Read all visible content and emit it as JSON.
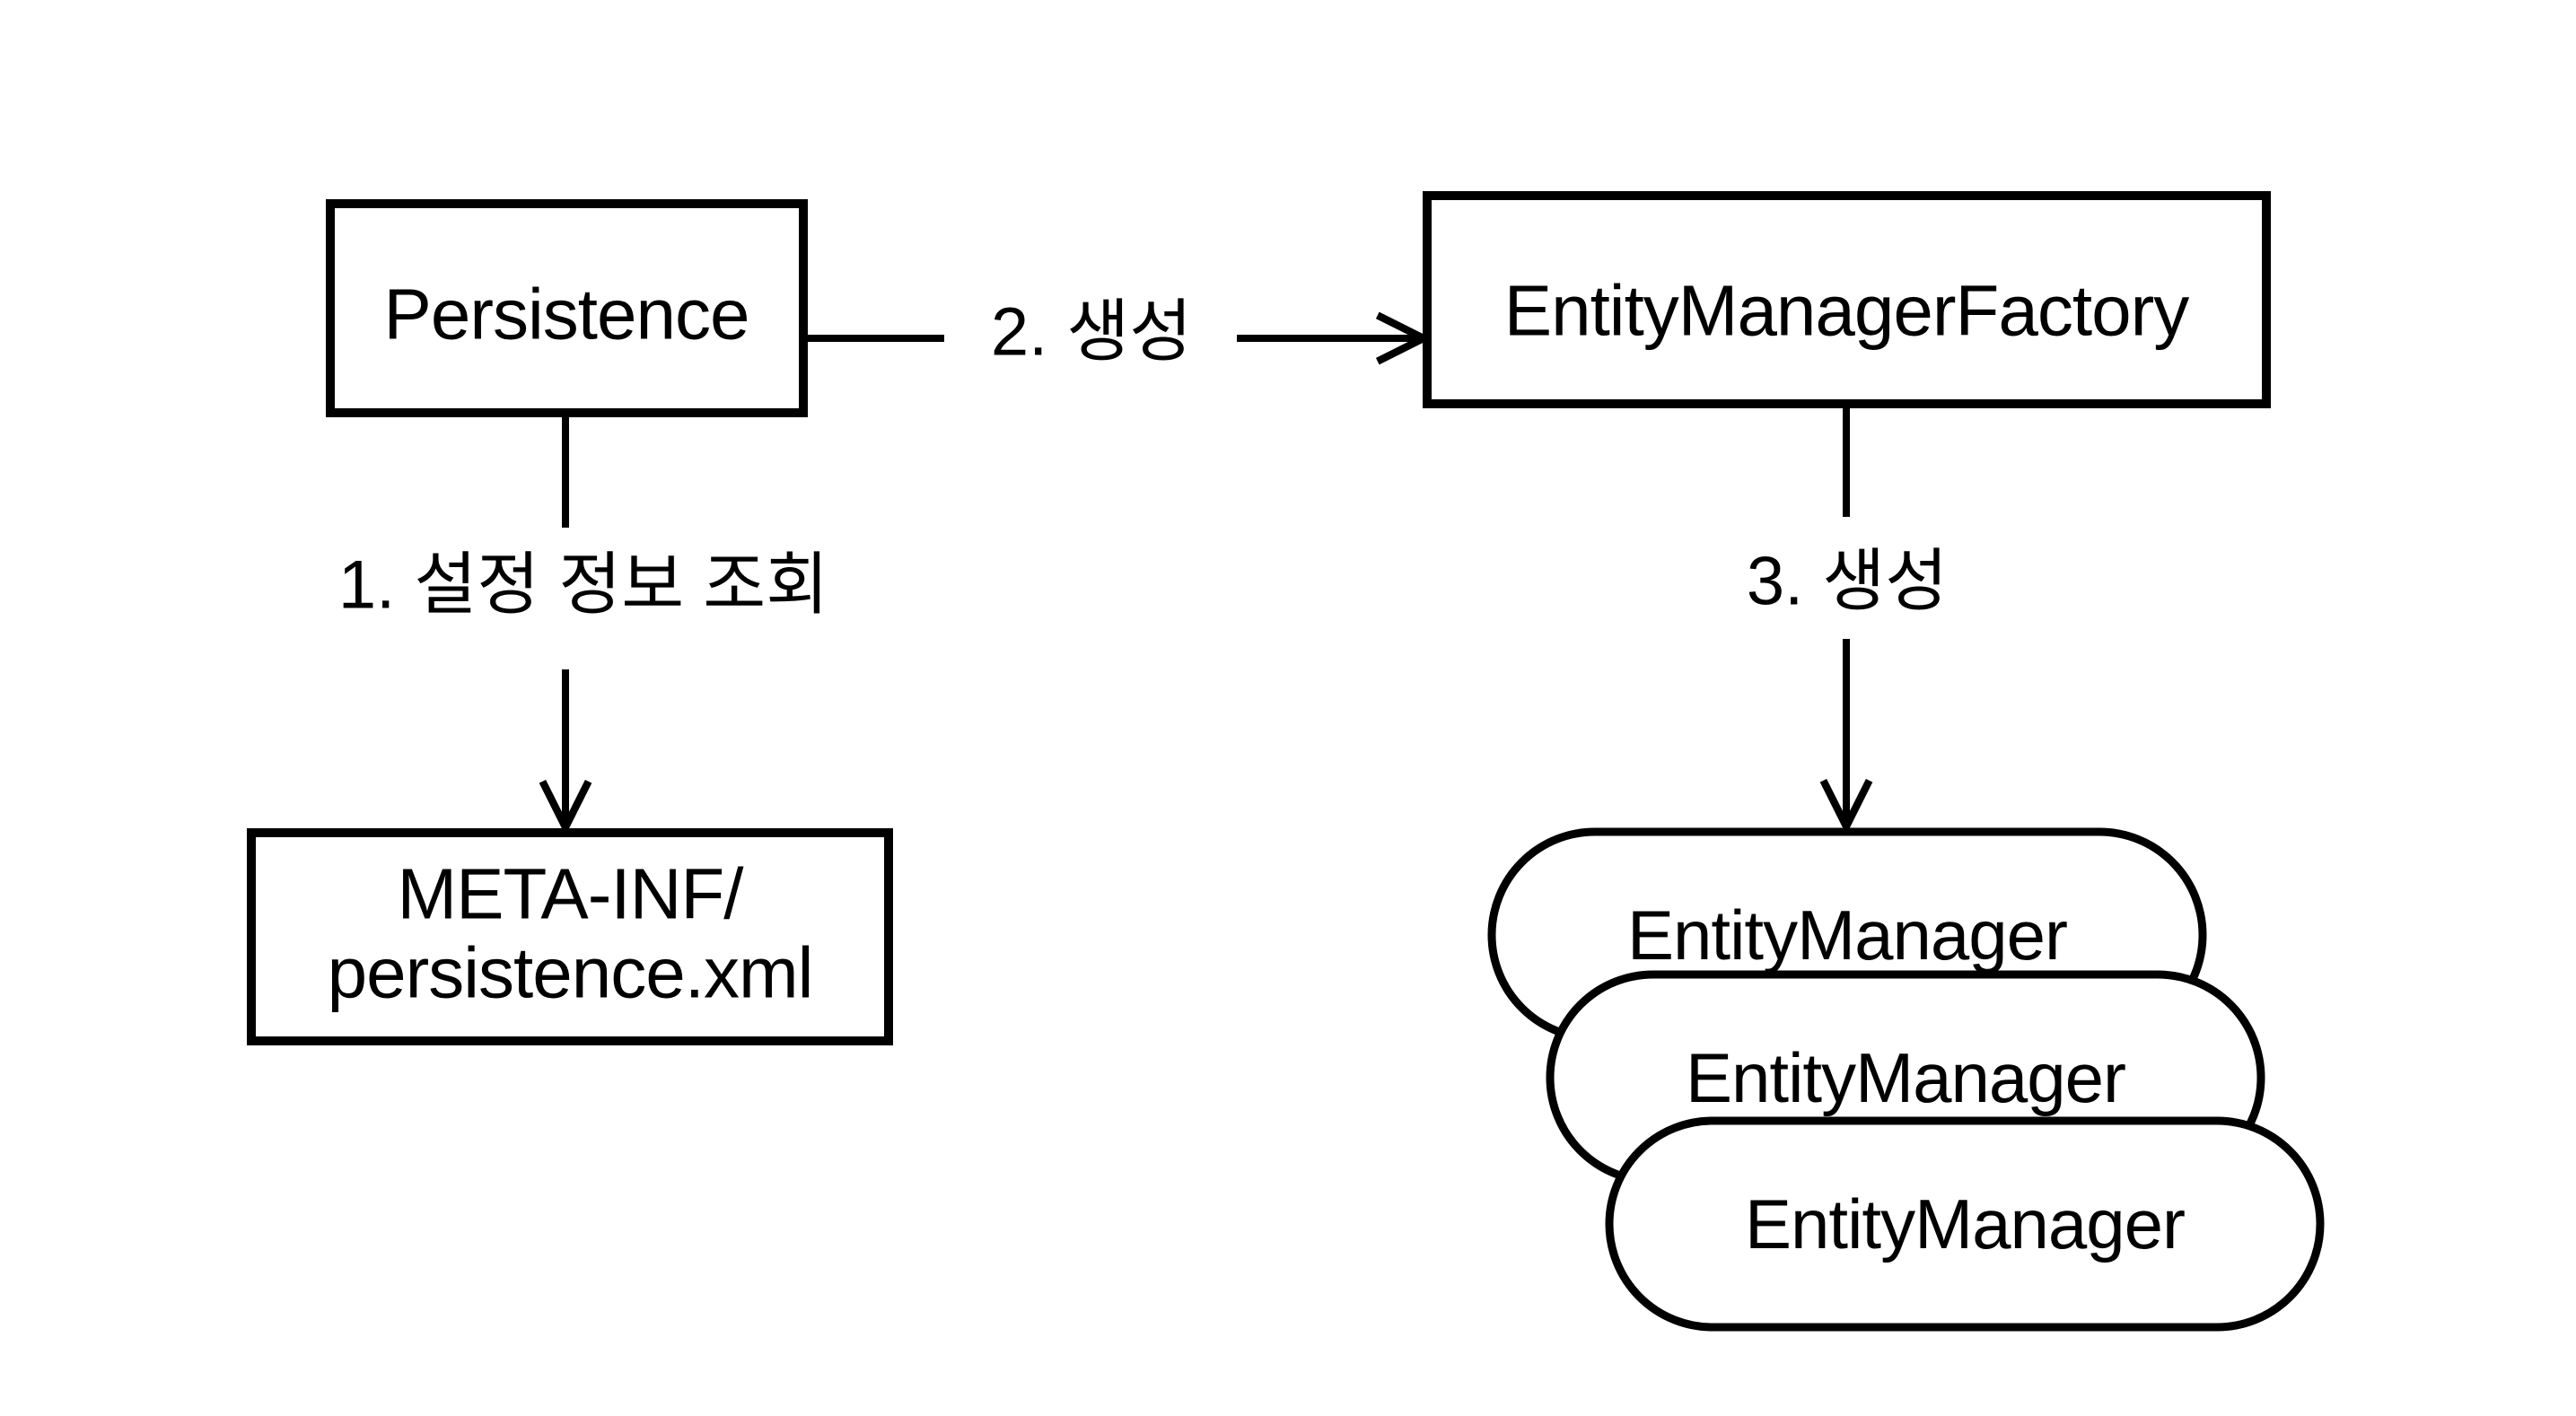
{
  "diagram": {
    "colors": {
      "background": "#ffffff",
      "stroke": "#000000",
      "text": "#000000"
    },
    "nodes": {
      "persistence": {
        "label": "Persistence"
      },
      "entity_manager_factory": {
        "label": "EntityManagerFactory"
      },
      "meta_inf": {
        "lines": [
          "META-INF/",
          "persistence.xml"
        ]
      },
      "entity_managers": [
        {
          "label": "EntityManager"
        },
        {
          "label": "EntityManager"
        },
        {
          "label": "EntityManager"
        }
      ]
    },
    "edges": {
      "step1": {
        "label": "1. 설정 정보 조회"
      },
      "step2": {
        "label": "2. 생성"
      },
      "step3": {
        "label": "3. 생성"
      }
    }
  }
}
